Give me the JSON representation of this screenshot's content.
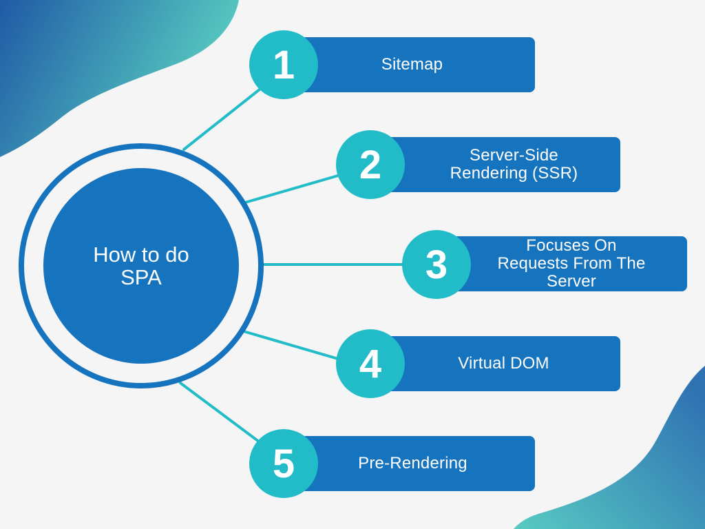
{
  "diagram": {
    "center_label": "How to do SPA",
    "items": [
      {
        "number": "1",
        "label": "Sitemap"
      },
      {
        "number": "2",
        "label": "Server-Side Rendering (SSR)"
      },
      {
        "number": "3",
        "label": "Focuses On Requests From The Server"
      },
      {
        "number": "4",
        "label": "Virtual DOM"
      },
      {
        "number": "5",
        "label": "Pre-Rendering"
      }
    ]
  },
  "colors": {
    "background": "#f5f5f6",
    "primary_blue": "#1673be",
    "teal": "#22bcc9",
    "blob_gradient_start": "#1f5aa6",
    "blob_gradient_end": "#5ad0c1",
    "text": "#ffffff"
  }
}
